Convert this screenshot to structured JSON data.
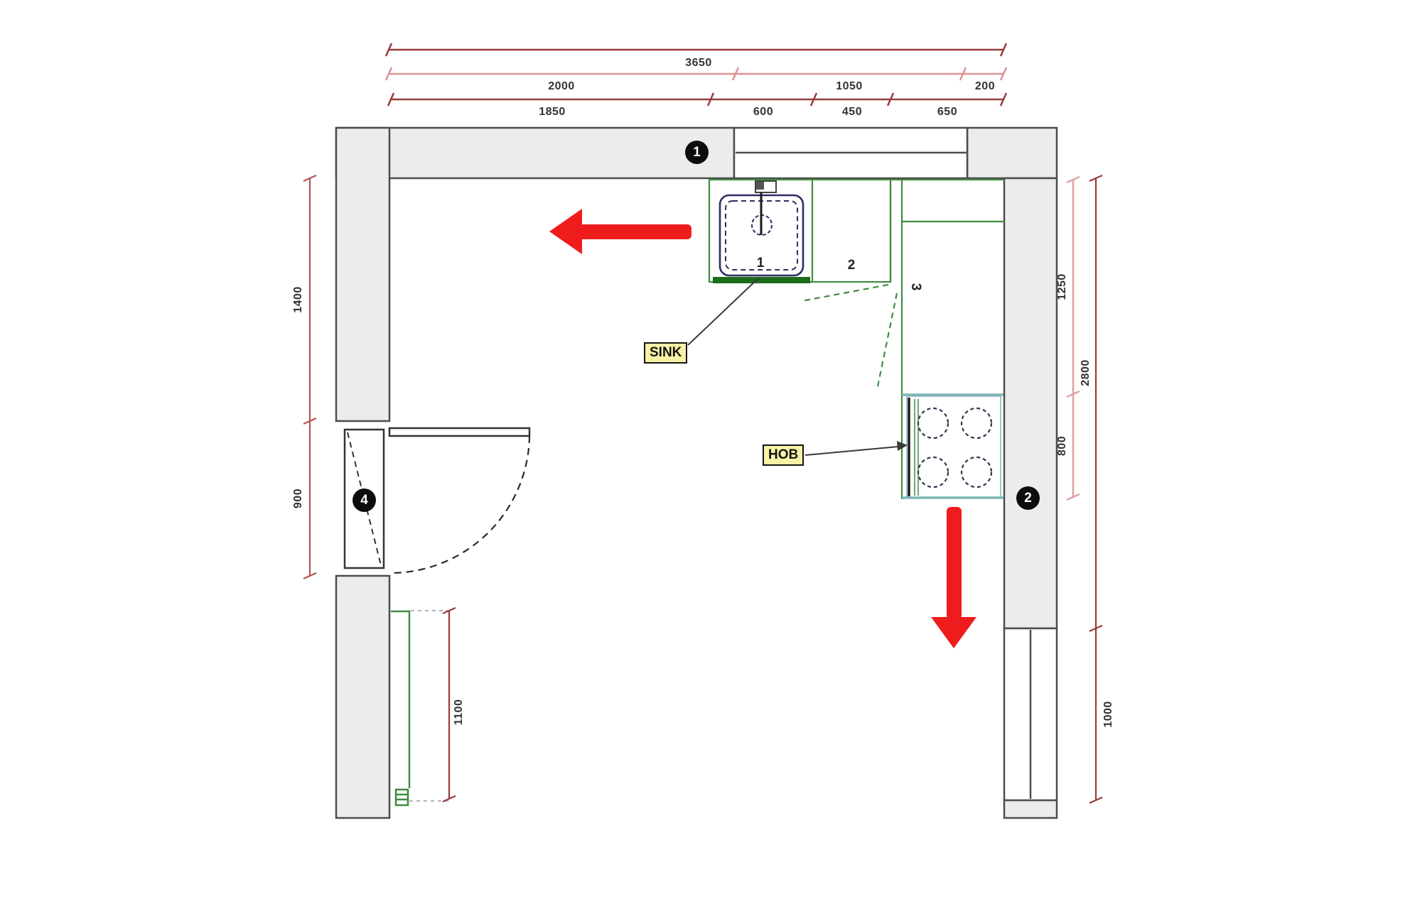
{
  "drawing": {
    "dimensions_top": {
      "overall": "3650",
      "row2": [
        "2000",
        "1050",
        "200"
      ],
      "row3": [
        "1850",
        "600",
        "450",
        "650"
      ]
    },
    "dimensions_left": {
      "upper": "1400",
      "door": "900"
    },
    "dimensions_right": {
      "counter_run": "1250",
      "hob_run": "800",
      "wall_overall": "2800",
      "window": "1000"
    },
    "dimension_radiator": "1100",
    "callouts": {
      "sink": "SINK",
      "hob": "HOB"
    },
    "badges": {
      "top_wall": "1",
      "right_wall": "2",
      "door": "4"
    },
    "unit_numbers": {
      "sink_unit": "1",
      "unit_2": "2",
      "corner_unit": "3"
    },
    "colors": {
      "arrow_red": "#ee1c1c",
      "dim_dark_red": "#993b3b",
      "dim_mid_red": "#b25555",
      "dim_pink": "#e2a0a0",
      "counter_green": "#3f8c3f",
      "counter_dark_green": "#1d6b1d",
      "label_yellow": "#f7f2a6",
      "wall_gray": "#ececec",
      "sink_navy": "#2d2d63",
      "hob_teal": "#7fb5b5"
    }
  }
}
